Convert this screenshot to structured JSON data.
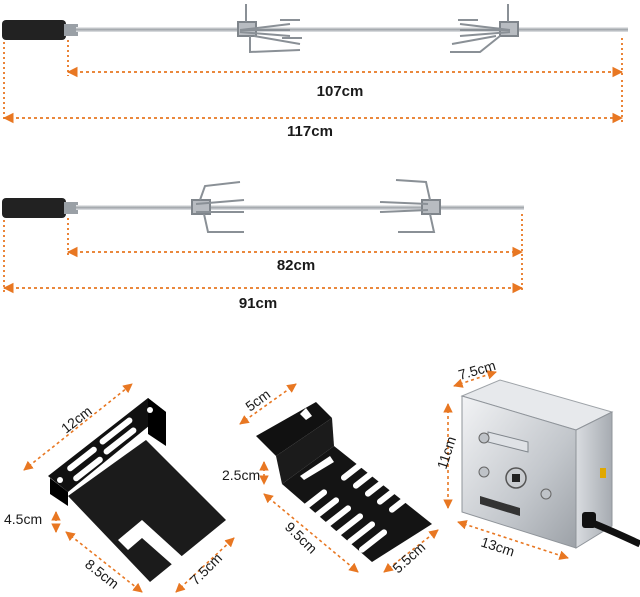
{
  "spit_long": {
    "inner_length": "107cm",
    "total_length": "117cm"
  },
  "spit_short": {
    "inner_length": "82cm",
    "total_length": "91cm"
  },
  "bracket_left": {
    "width": "12cm",
    "height": "4.5cm",
    "base_length": "8.5cm",
    "base_width": "7.5cm"
  },
  "bracket_middle": {
    "top_width": "5cm",
    "offset": "2.5cm",
    "length": "9.5cm",
    "width": "5.5cm"
  },
  "motor": {
    "depth": "7.5cm",
    "height": "11cm",
    "width": "13cm"
  },
  "colors": {
    "dimension_line": "#e87722",
    "steel": "#c9ccd0",
    "bracket": "#1b1b1b",
    "handle": "#222222"
  }
}
